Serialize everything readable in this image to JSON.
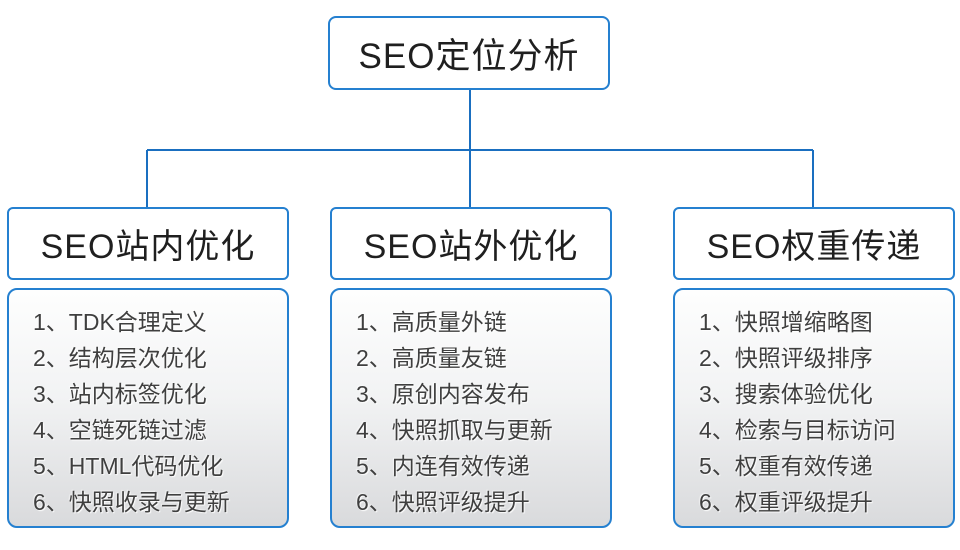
{
  "diagram": {
    "root": {
      "title": "SEO定位分析"
    },
    "branches": [
      {
        "title": "SEO站内优化",
        "items": [
          "1、TDK合理定义",
          "2、结构层次优化",
          "3、站内标签优化",
          "4、空链死链过滤",
          "5、HTML代码优化",
          "6、快照收录与更新"
        ]
      },
      {
        "title": "SEO站外优化",
        "items": [
          "1、高质量外链",
          "2、高质量友链",
          "3、原创内容发布",
          "4、快照抓取与更新",
          "5、内连有效传递",
          "6、快照评级提升"
        ]
      },
      {
        "title": "SEO权重传递",
        "items": [
          "1、快照增缩略图",
          "2、快照评级排序",
          "3、搜索体验优化",
          "4、检索与目标访问",
          "5、权重有效传递",
          "6、权重评级提升"
        ]
      }
    ],
    "colors": {
      "connector_line": "#1a6fc0",
      "node_border": "#2580d0",
      "header_text": "#1f1f1f",
      "list_text": "#3f3f3f",
      "list_gradient_top": "#fefefe",
      "list_gradient_bottom": "#d9dadc",
      "background": "#ffffff"
    }
  }
}
